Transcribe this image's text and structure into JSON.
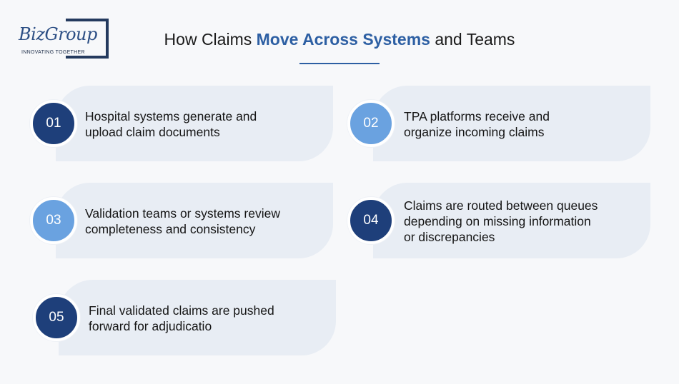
{
  "logo": {
    "name": "BizGroup",
    "tagline": "INNOVATING TOGETHER"
  },
  "heading": {
    "prefix": "How Claims ",
    "accent": "Move Across Systems",
    "suffix": " and Teams"
  },
  "colors": {
    "accent": "#2d5fa3",
    "badge_dark": "#1e3f7a",
    "badge_light": "#6aa2e0",
    "card_bg": "#e8edf4"
  },
  "steps": [
    {
      "number": "01",
      "text": "Hospital systems generate and upload claim documents",
      "lines": [
        "Hospital systems generate and",
        "upload claim documents"
      ]
    },
    {
      "number": "02",
      "text": "TPA platforms receive and organize incoming claims",
      "lines": [
        "TPA platforms receive and",
        "organize incoming claims"
      ]
    },
    {
      "number": "03",
      "text": "Validation teams or systems review completeness and consistency",
      "lines": [
        "Validation teams or systems review",
        "completeness and consistency"
      ]
    },
    {
      "number": "04",
      "text": "Claims are routed between queues depending on missing information or discrepancies",
      "lines": [
        "Claims are routed between queues",
        "depending on missing information",
        "or discrepancies"
      ]
    },
    {
      "number": "05",
      "text": "Final validated claims are pushed forward for adjudicatio",
      "lines": [
        "Final validated claims are pushed",
        "forward for adjudicatio"
      ]
    }
  ]
}
